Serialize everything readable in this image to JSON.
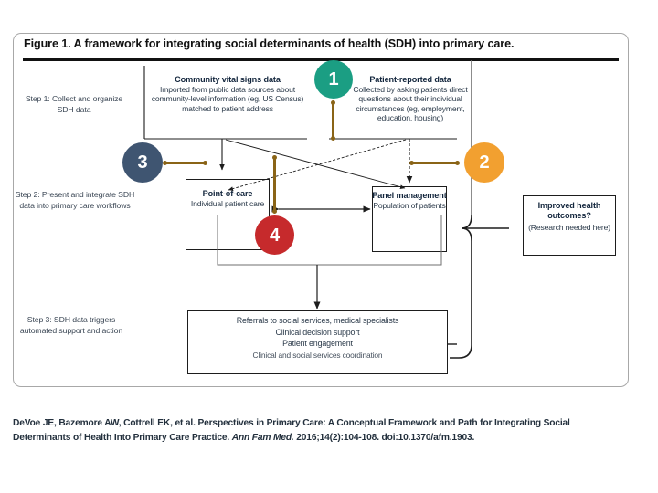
{
  "figure": {
    "title": "Figure 1. A framework for integrating social determinants of health (SDH) into primary care.",
    "steps": [
      {
        "id": "step1",
        "text": "Step 1: Collect and organize SDH data"
      },
      {
        "id": "step2",
        "text": "Step 2: Present and integrate SDH data into primary care workflows"
      },
      {
        "id": "step3",
        "text": "Step 3: SDH data triggers automated support and action"
      }
    ],
    "nodes": {
      "community_vital_signs": {
        "heading": "Community vital signs data",
        "body": "Imported from public data sources about community-level information (eg, US Census) matched to patient address"
      },
      "patient_reported": {
        "heading": "Patient-reported data",
        "body": "Collected by asking patients direct questions about their individual circumstances (eg, employment, education, housing)"
      },
      "point_of_care": {
        "heading": "Point-of-care",
        "body": "Individual patient care"
      },
      "panel_management": {
        "heading": "Panel management",
        "body": "Population of patients"
      },
      "improved_outcomes": {
        "heading": "Improved health outcomes?",
        "body": "(Research needed here)"
      },
      "actions": {
        "lines": [
          "Referrals to social services, medical specialists",
          "Clinical decision support",
          "Patient engagement",
          "Clinical and social services coordination"
        ]
      }
    },
    "callouts": [
      {
        "number": "1",
        "color": "#1b9e83"
      },
      {
        "number": "2",
        "color": "#f2a030"
      },
      {
        "number": "3",
        "color": "#3f5571"
      },
      {
        "number": "4",
        "color": "#c62a2c"
      }
    ]
  },
  "citation": {
    "part1": "DeVoe JE, Bazemore AW, Cottrell EK, et al. Perspectives in Primary Care: A Conceptual Framework and Path for Integrating Social Determinants of Health Into Primary Care Practice. ",
    "journal": "Ann Fam Med.",
    "part2": " 2016;14(2):104-108. doi:10.1370/afm.1903."
  }
}
